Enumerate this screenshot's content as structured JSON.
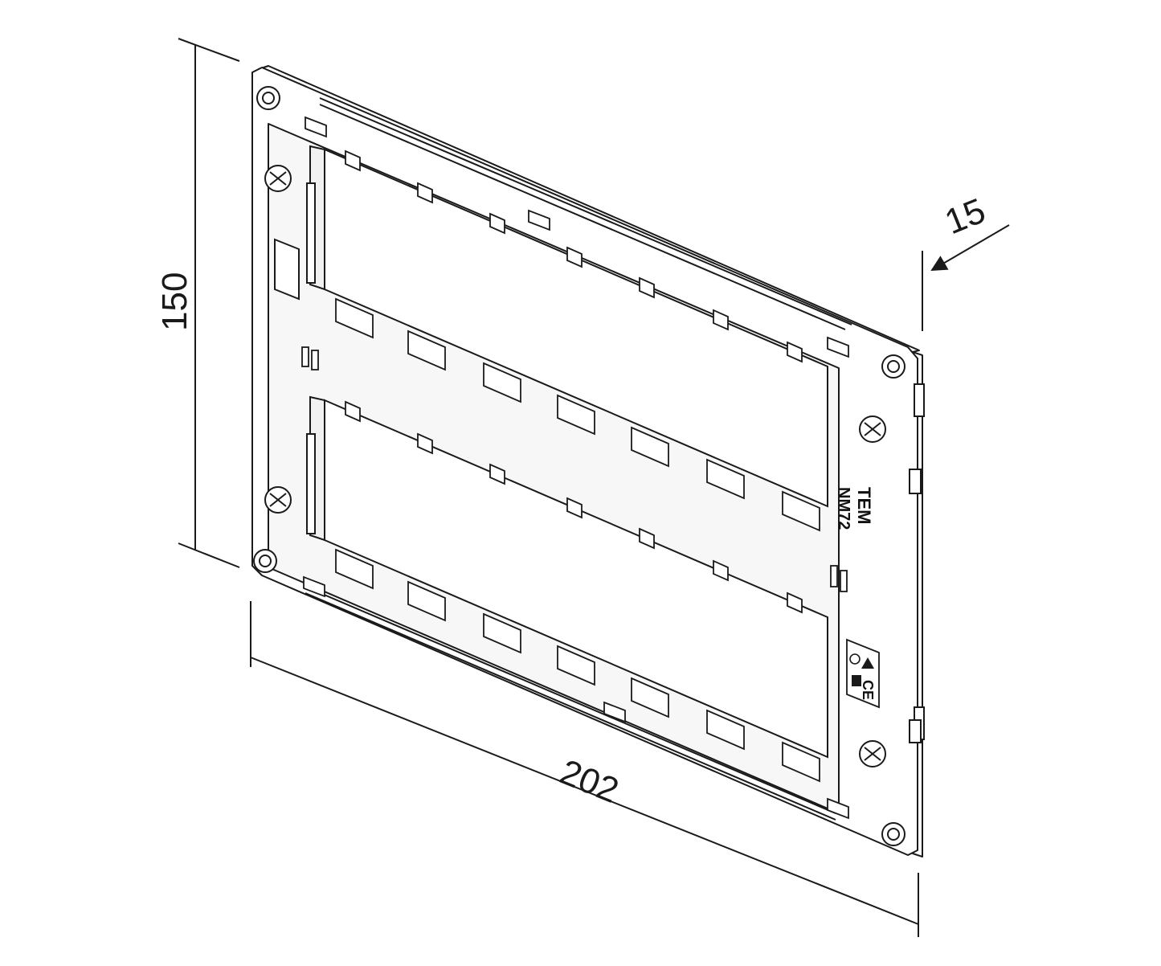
{
  "dimensions": {
    "height": "150",
    "width": "202",
    "depth": "15"
  },
  "markings": {
    "brand": "TEM",
    "model": "NM72",
    "certification": "CE"
  },
  "colors": {
    "line": "#1a1a1a",
    "background": "#ffffff",
    "panel": "#f7f7f7"
  }
}
